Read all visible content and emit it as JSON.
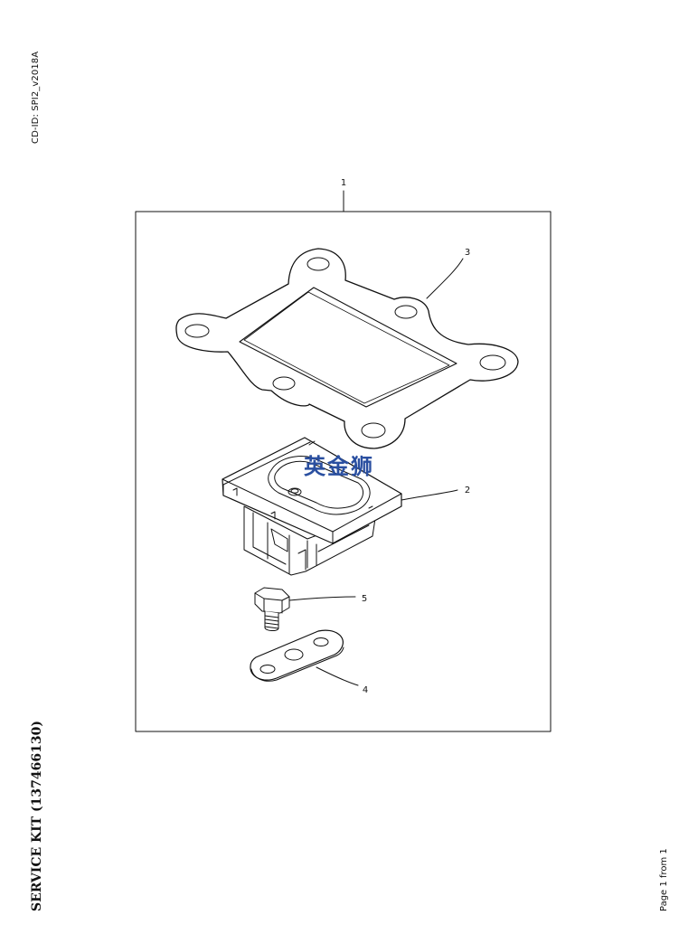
{
  "header": {
    "cd_id": "CD-ID: SPI2_v2018A"
  },
  "footer": {
    "title": "SERVICE KIT (137466130)",
    "page": "Page 1 from 1"
  },
  "callouts": {
    "kit": "1",
    "valve": "2",
    "gasket": "3",
    "plate": "4",
    "bolt": "5"
  },
  "watermark": "英金狮",
  "colors": {
    "line": "#111111",
    "watermark": "#2a4fa0"
  }
}
